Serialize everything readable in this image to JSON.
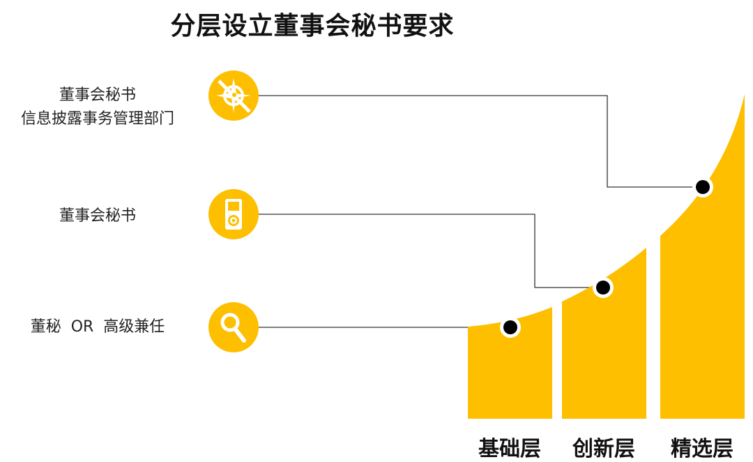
{
  "title": "分层设立董事会秘书要求",
  "accent_color": "#FDBF00",
  "items": [
    {
      "lines": [
        "董事会秘书",
        "信息披露事务管理部门"
      ],
      "icon": "compass-icon",
      "tier": "精选层"
    },
    {
      "lines": [
        "董事会秘书"
      ],
      "icon": "media-player-icon",
      "tier": "创新层"
    },
    {
      "lines": [
        "董秘  OR  高级兼任"
      ],
      "icon": "search-icon",
      "tier": "基础层"
    }
  ],
  "tiers": [
    "基础层",
    "创新层",
    "精选层"
  ]
}
